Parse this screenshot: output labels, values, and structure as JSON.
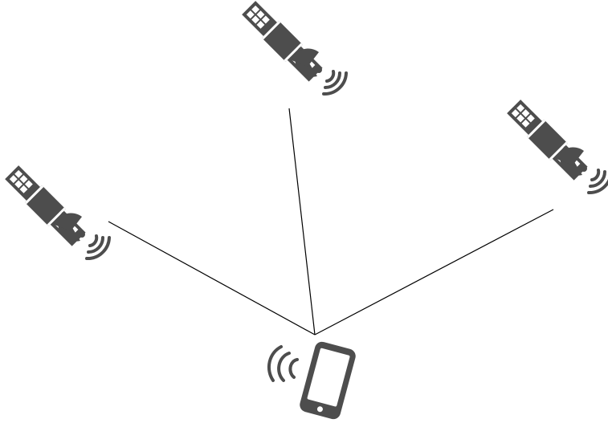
{
  "diagram": {
    "colors": {
      "icon": "#4d4d4d",
      "line": "#000000",
      "background": "#ffffff"
    },
    "satellites": [
      {
        "id": "left",
        "icon": "satellite-icon"
      },
      {
        "id": "top",
        "icon": "satellite-icon"
      },
      {
        "id": "right",
        "icon": "satellite-icon"
      }
    ],
    "receiver": {
      "icon": "smartphone-icon",
      "signal_icon": "signal-waves-icon"
    },
    "connections": [
      {
        "from": "left",
        "to": "receiver"
      },
      {
        "from": "top",
        "to": "receiver"
      },
      {
        "from": "right",
        "to": "receiver"
      }
    ]
  }
}
